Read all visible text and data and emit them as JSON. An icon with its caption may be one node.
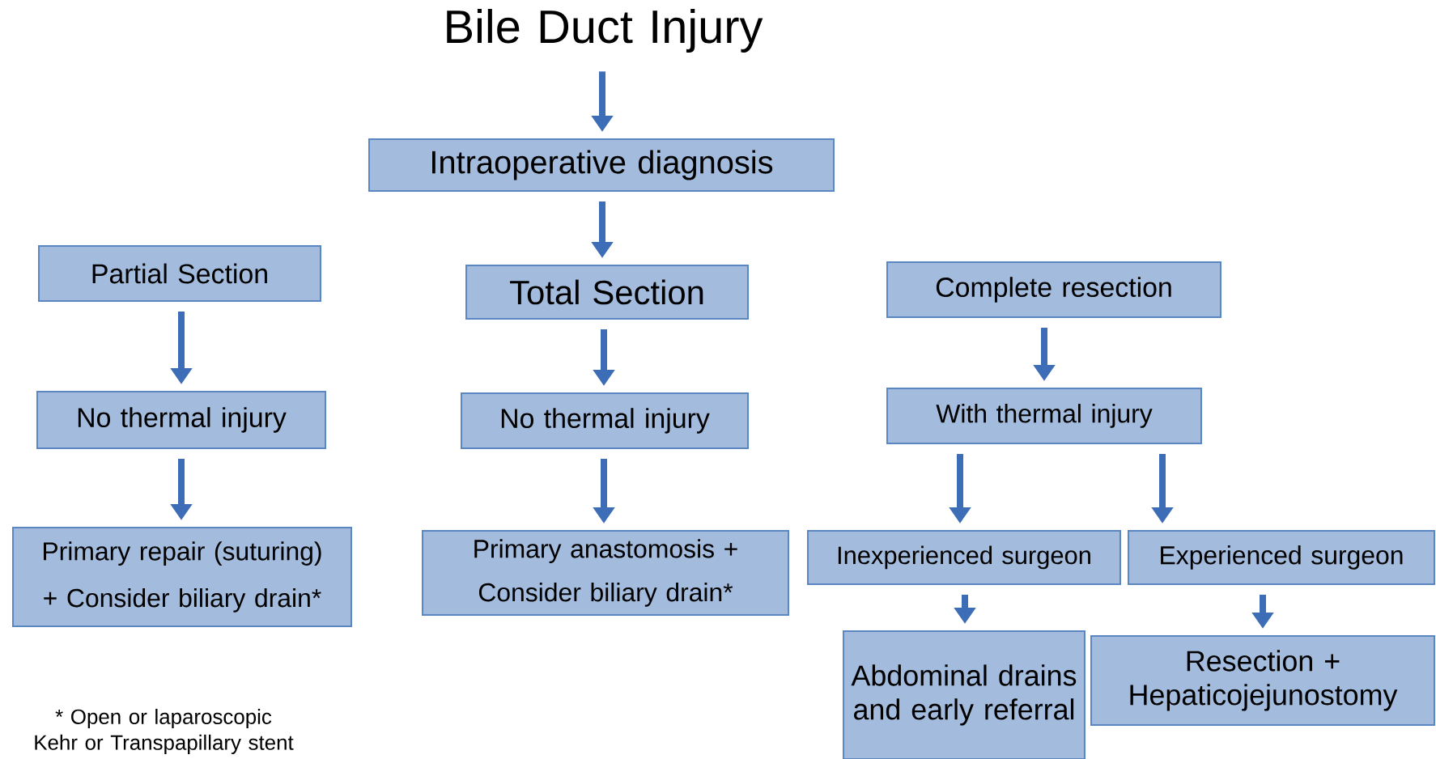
{
  "diagram": {
    "nodes": [
      {
        "text": [
          "Bile Duct Injury"
        ]
      },
      {
        "text": [
          "Intraoperative diagnosis"
        ]
      },
      {
        "text": [
          "Partial Section"
        ]
      },
      {
        "text": [
          "Total Section"
        ]
      },
      {
        "text": [
          "Complete resection"
        ]
      },
      {
        "text": [
          "No thermal injury"
        ]
      },
      {
        "text": [
          "No thermal injury"
        ]
      },
      {
        "text": [
          "With thermal injury"
        ]
      },
      {
        "text": [
          "Primary repair (suturing) + Consider biliary drain*"
        ]
      },
      {
        "text": [
          "Primary anastomosis + Consider biliary drain*"
        ]
      },
      {
        "text": [
          "Inexperienced surgeon"
        ]
      },
      {
        "text": [
          "Experienced surgeon"
        ]
      },
      {
        "text": [
          "Abdominal drains and early referral"
        ]
      },
      {
        "text": [
          "Resection + Hepaticojejunostomy"
        ]
      }
    ],
    "edges": [
      {
        "from": 0,
        "to": 1,
        "arrow": "to"
      },
      {
        "from": 1,
        "to": 3,
        "arrow": "to"
      },
      {
        "from": 2,
        "to": 5,
        "arrow": "to"
      },
      {
        "from": 3,
        "to": 6,
        "arrow": "to"
      },
      {
        "from": 4,
        "to": 7,
        "arrow": "to"
      },
      {
        "from": 5,
        "to": 8,
        "arrow": "to"
      },
      {
        "from": 6,
        "to": 9,
        "arrow": "to"
      },
      {
        "from": 7,
        "to": 10,
        "arrow": "to"
      },
      {
        "from": 7,
        "to": 11,
        "arrow": "to"
      },
      {
        "from": 10,
        "to": 12,
        "arrow": "to"
      },
      {
        "from": 11,
        "to": 13,
        "arrow": "to"
      }
    ],
    "labels": [
      "* Open or laparoscopic Kehr or Transpapillary stent"
    ]
  }
}
